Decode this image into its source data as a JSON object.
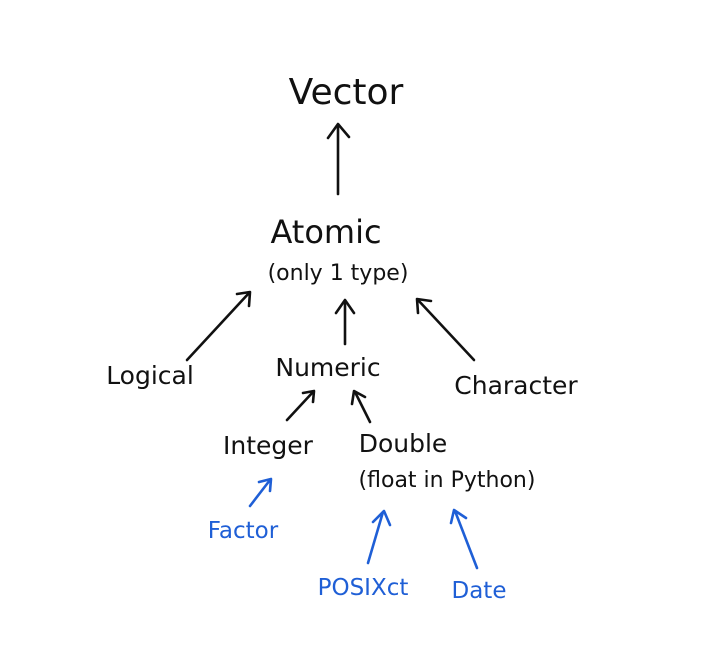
{
  "colors": {
    "ink": "#111111",
    "accent": "#1f5fd6",
    "background": "#ffffff"
  },
  "nodes": {
    "vector": "Vector",
    "atomic": "Atomic",
    "atomic_note": "(only 1 type)",
    "logical": "Logical",
    "numeric": "Numeric",
    "character": "Character",
    "integer": "Integer",
    "double": "Double",
    "double_note": "(float in Python)",
    "factor": "Factor",
    "posixct": "POSIXct",
    "date": "Date"
  }
}
